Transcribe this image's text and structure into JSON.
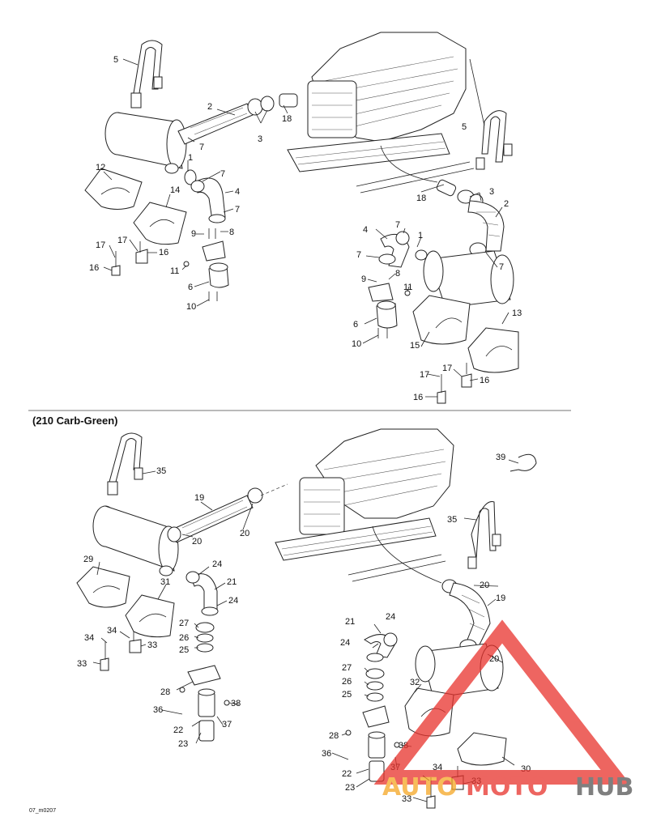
{
  "section_title": "(210 Carb-Green)",
  "footer_code": "07_m0207",
  "watermark": {
    "text_auto": "AUTO",
    "text_moto": "MOTO",
    "text_hub": "HUB",
    "color_red": "#e8322c",
    "color_orange": "#f5a623",
    "color_gray": "#555555"
  },
  "top_labels": [
    {
      "id": "t5a",
      "text": "5"
    },
    {
      "id": "t2a",
      "text": "2"
    },
    {
      "id": "t18a",
      "text": "18"
    },
    {
      "id": "t3a",
      "text": "3"
    },
    {
      "id": "t7a",
      "text": "7"
    },
    {
      "id": "t1a",
      "text": "1"
    },
    {
      "id": "t12",
      "text": "12"
    },
    {
      "id": "t14",
      "text": "14"
    },
    {
      "id": "t7b",
      "text": "7"
    },
    {
      "id": "t4a",
      "text": "4"
    },
    {
      "id": "t7c",
      "text": "7"
    },
    {
      "id": "t9a",
      "text": "9"
    },
    {
      "id": "t8a",
      "text": "8"
    },
    {
      "id": "t17a",
      "text": "17"
    },
    {
      "id": "t17b",
      "text": "17"
    },
    {
      "id": "t16a",
      "text": "16"
    },
    {
      "id": "t16b",
      "text": "16"
    },
    {
      "id": "t11a",
      "text": "11"
    },
    {
      "id": "t6a",
      "text": "6"
    },
    {
      "id": "t10a",
      "text": "10"
    },
    {
      "id": "t5b",
      "text": "5"
    },
    {
      "id": "t3b",
      "text": "3"
    },
    {
      "id": "t18b",
      "text": "18"
    },
    {
      "id": "t2b",
      "text": "2"
    },
    {
      "id": "t4b",
      "text": "4"
    },
    {
      "id": "t7d",
      "text": "7"
    },
    {
      "id": "t1b",
      "text": "1"
    },
    {
      "id": "t7e",
      "text": "7"
    },
    {
      "id": "t7f",
      "text": "7"
    },
    {
      "id": "t9b",
      "text": "9"
    },
    {
      "id": "t8b",
      "text": "8"
    },
    {
      "id": "t11b",
      "text": "11"
    },
    {
      "id": "t13",
      "text": "13"
    },
    {
      "id": "t6b",
      "text": "6"
    },
    {
      "id": "t15",
      "text": "15"
    },
    {
      "id": "t10b",
      "text": "10"
    },
    {
      "id": "t17c",
      "text": "17"
    },
    {
      "id": "t17d",
      "text": "17"
    },
    {
      "id": "t16c",
      "text": "16"
    },
    {
      "id": "t16d",
      "text": "16"
    }
  ],
  "bottom_labels": [
    {
      "id": "b35a",
      "text": "35"
    },
    {
      "id": "b39",
      "text": "39"
    },
    {
      "id": "b19a",
      "text": "19"
    },
    {
      "id": "b35b",
      "text": "35"
    },
    {
      "id": "b20a",
      "text": "20"
    },
    {
      "id": "b20b",
      "text": "20"
    },
    {
      "id": "b29",
      "text": "29"
    },
    {
      "id": "b24a",
      "text": "24"
    },
    {
      "id": "b21a",
      "text": "21"
    },
    {
      "id": "b31",
      "text": "31"
    },
    {
      "id": "b24b",
      "text": "24"
    },
    {
      "id": "b20c",
      "text": "20"
    },
    {
      "id": "b19b",
      "text": "19"
    },
    {
      "id": "b27a",
      "text": "27"
    },
    {
      "id": "b26a",
      "text": "26"
    },
    {
      "id": "b25a",
      "text": "25"
    },
    {
      "id": "b34a",
      "text": "34"
    },
    {
      "id": "b34b",
      "text": "34"
    },
    {
      "id": "b33a",
      "text": "33"
    },
    {
      "id": "b33b",
      "text": "33"
    },
    {
      "id": "b21b",
      "text": "21"
    },
    {
      "id": "b24c",
      "text": "24"
    },
    {
      "id": "b24d",
      "text": "24"
    },
    {
      "id": "b20d",
      "text": "20"
    },
    {
      "id": "b28a",
      "text": "28"
    },
    {
      "id": "b36a",
      "text": "36"
    },
    {
      "id": "b38a",
      "text": "38"
    },
    {
      "id": "b22a",
      "text": "22"
    },
    {
      "id": "b37a",
      "text": "37"
    },
    {
      "id": "b23a",
      "text": "23"
    },
    {
      "id": "b27b",
      "text": "27"
    },
    {
      "id": "b26b",
      "text": "26"
    },
    {
      "id": "b25b",
      "text": "25"
    },
    {
      "id": "b32",
      "text": "32"
    },
    {
      "id": "b28b",
      "text": "28"
    },
    {
      "id": "b38b",
      "text": "38"
    },
    {
      "id": "b36b",
      "text": "36"
    },
    {
      "id": "b37b",
      "text": "37"
    },
    {
      "id": "b22b",
      "text": "22"
    },
    {
      "id": "b23b",
      "text": "23"
    },
    {
      "id": "b30",
      "text": "30"
    },
    {
      "id": "b34c",
      "text": "34"
    },
    {
      "id": "b33c",
      "text": "33"
    },
    {
      "id": "b33d",
      "text": "33"
    }
  ]
}
